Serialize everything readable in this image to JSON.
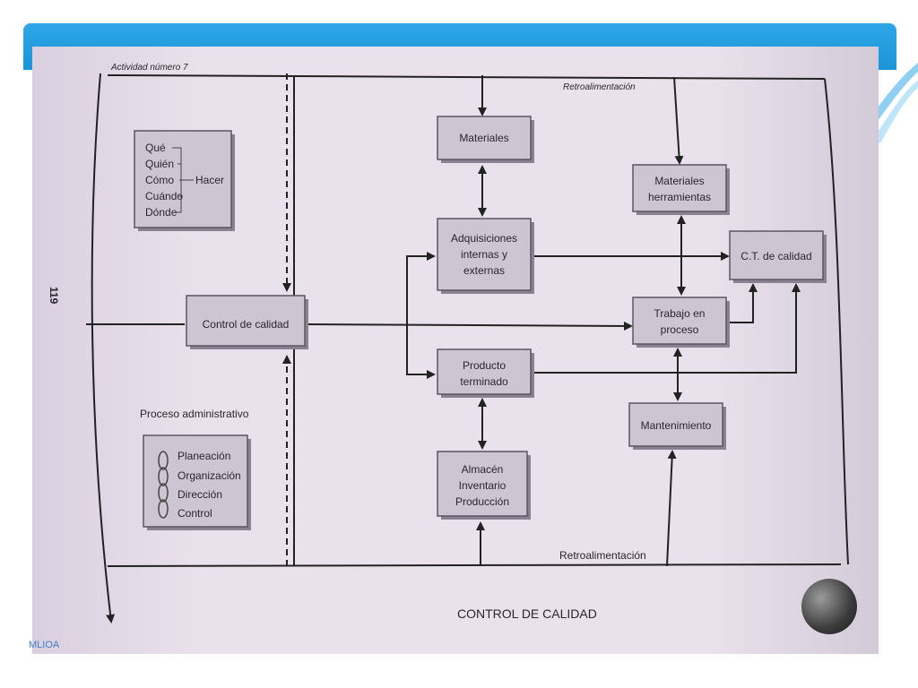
{
  "header": {
    "activity": "Actividad número 7",
    "page_number": "119"
  },
  "labels": {
    "feedback_top": "Retroalimentación",
    "feedback_bottom": "Retroalimentación",
    "footer_title": "CONTROL DE CALIDAD",
    "admin_process_title": "Proceso administrativo",
    "watermark": "MLIOA"
  },
  "questions_box": {
    "items": [
      "Qué",
      "Quién",
      "Cómo",
      "Cuándo",
      "Dónde"
    ],
    "verb": "Hacer"
  },
  "admin_box": {
    "items": [
      "Planeación",
      "Organización",
      "Dirección",
      "Control"
    ]
  },
  "nodes": {
    "control_calidad": [
      "Control de calidad"
    ],
    "materiales": [
      "Materiales"
    ],
    "adquisiciones": [
      "Adquisiciones",
      "internas y",
      "externas"
    ],
    "producto_terminado": [
      "Producto",
      "terminado"
    ],
    "almacen": [
      "Almacén",
      "Inventario",
      "Producción"
    ],
    "materiales_herramientas": [
      "Materiales",
      "herramientas"
    ],
    "ct_calidad": [
      "C.T. de calidad"
    ],
    "trabajo_proceso": [
      "Trabajo en",
      "proceso"
    ],
    "mantenimiento": [
      "Mantenimiento"
    ]
  },
  "edges": [
    {
      "from": "control_calidad",
      "to": "trabajo_proceso"
    },
    {
      "from": "materiales",
      "to": "adquisiciones",
      "bidirectional": true
    },
    {
      "from": "adquisiciones",
      "to": "ct_calidad"
    },
    {
      "from": "producto_terminado",
      "to": "almacen",
      "bidirectional": true
    },
    {
      "from": "materiales_herramientas",
      "to": "trabajo_proceso",
      "bidirectional": true
    },
    {
      "from": "trabajo_proceso",
      "to": "mantenimiento",
      "bidirectional": true
    },
    {
      "from": "trabajo_proceso",
      "to": "ct_calidad"
    },
    {
      "from": "producto_terminado",
      "to": "ct_calidad"
    }
  ],
  "colors": {
    "banner": "#1c95d8",
    "paper": "#e9e1ec",
    "box_fill": "#cdc6d2"
  }
}
